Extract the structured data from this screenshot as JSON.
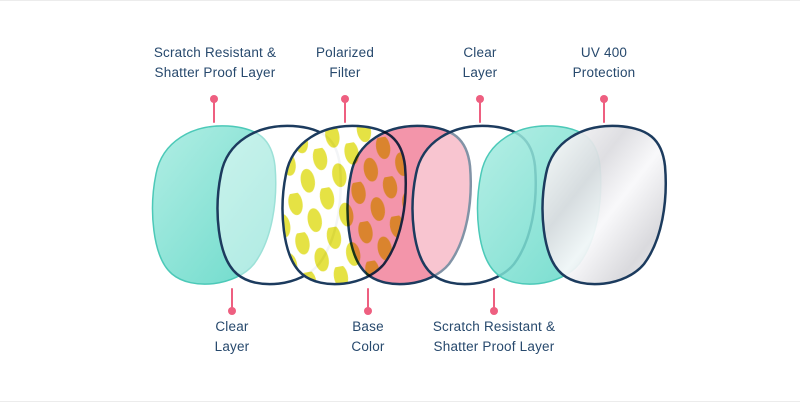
{
  "diagram": {
    "type": "sunglasses-lens-layer-diagram",
    "colors": {
      "background": "#ffffff",
      "label_text": "#27496d",
      "outline_navy": "#1c3b5e",
      "pointer_pink": "#ee5f80",
      "teal": "#63d8c8",
      "polarized_yellow": "#e4e03a",
      "pink": "#f1839b",
      "silver": "#e2e2e6"
    },
    "top_labels": [
      {
        "line1": "Scratch Resistant &",
        "line2": "Shatter Proof Layer"
      },
      {
        "line1": "Polarized",
        "line2": "Filter"
      },
      {
        "line1": "Clear",
        "line2": "Layer"
      },
      {
        "line1": "UV 400",
        "line2": "Protection"
      }
    ],
    "bottom_labels": [
      {
        "line1": "Clear",
        "line2": "Layer"
      },
      {
        "line1": "Base",
        "line2": "Color"
      },
      {
        "line1": "Scratch Resistant &",
        "line2": "Shatter Proof Layer"
      }
    ],
    "layers": [
      {
        "order": 1,
        "name": "Scratch Resistant & Shatter Proof Layer",
        "appearance": "teal"
      },
      {
        "order": 2,
        "name": "Clear Layer",
        "appearance": "clear-outline"
      },
      {
        "order": 3,
        "name": "Polarized Filter",
        "appearance": "yellow-dot-pattern"
      },
      {
        "order": 4,
        "name": "Base Color",
        "appearance": "pink"
      },
      {
        "order": 5,
        "name": "Clear Layer",
        "appearance": "clear-outline"
      },
      {
        "order": 6,
        "name": "Scratch Resistant & Shatter Proof Layer",
        "appearance": "teal"
      },
      {
        "order": 7,
        "name": "UV 400 Protection",
        "appearance": "silver-gradient"
      }
    ]
  }
}
